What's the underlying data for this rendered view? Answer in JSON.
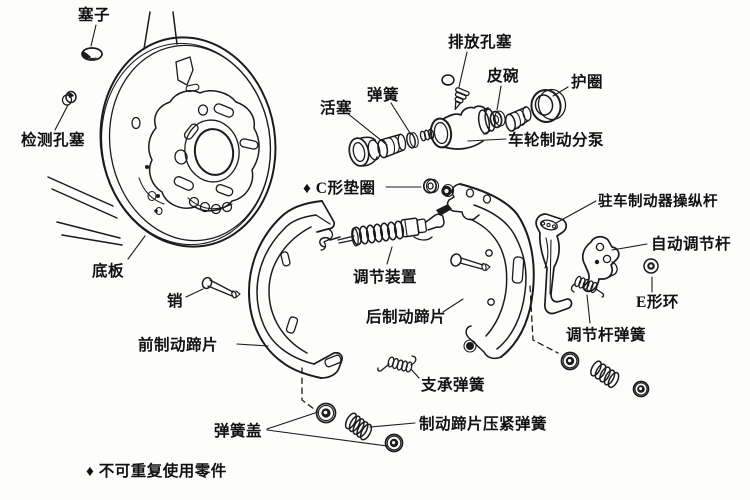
{
  "diagram": {
    "subject": "drum-brake-exploded-view",
    "note": "♦ 不可重复使用零件"
  },
  "colors": {
    "ink": "#1b1b1b",
    "background": "#fdfdfc"
  },
  "labels": {
    "plug": "塞子",
    "inspection_hole_plug": "检测孔塞",
    "backing_plate": "底板",
    "pin": "销",
    "front_brake_shoe": "前制动蹄片",
    "drain_hole_plug": "排放孔塞",
    "piston": "活塞",
    "spring": "弹簧",
    "cup": "皮碗",
    "boot": "护圈",
    "wheel_brake_cylinder": "车轮制动分泵",
    "c_washer": "♦ C形垫圈",
    "parking_brake_lever": "驻车制动器操纵杆",
    "auto_adjust_lever": "自动调节杆",
    "e_ring": "E形环",
    "adjuster": "调节装置",
    "rear_brake_shoe": "后制动蹄片",
    "adjust_lever_spring": "调节杆弹簧",
    "support_spring": "支承弹簧",
    "spring_cover": "弹簧盖",
    "shoe_hold_down_spring": "制动蹄片压紧弹簧",
    "note": "♦ 不可重复使用零件"
  }
}
